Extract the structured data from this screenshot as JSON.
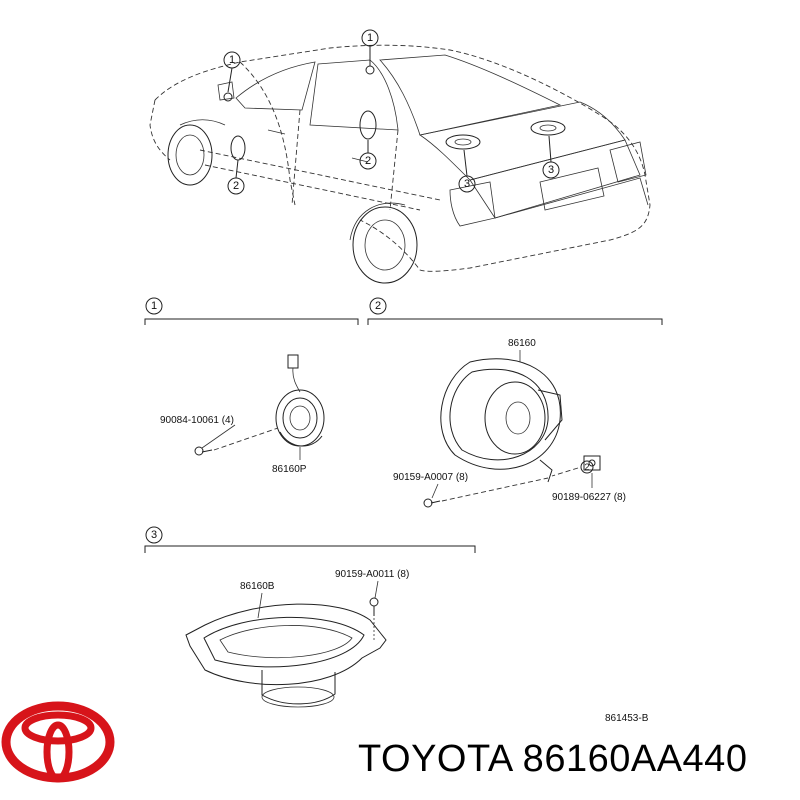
{
  "diagram": {
    "callouts": [
      "1",
      "2",
      "3"
    ],
    "sections": {
      "s1": {
        "number": "1",
        "part": "86160P",
        "fastener": "90084-10061 (4)"
      },
      "s2": {
        "number": "2",
        "part": "86160",
        "fastener": "90159-A0007 (8)",
        "clip": "90189-06227 (8)",
        "clip_tag": "2"
      },
      "s3": {
        "number": "3",
        "part": "86160B",
        "fastener": "90159-A0011 (8)"
      }
    },
    "reference": "861453-B"
  },
  "brand": {
    "name": "TOYOTA",
    "part_number": "86160AA440",
    "caption": "TOYOTA 86160AA440",
    "logo_color": "#d7141a"
  }
}
